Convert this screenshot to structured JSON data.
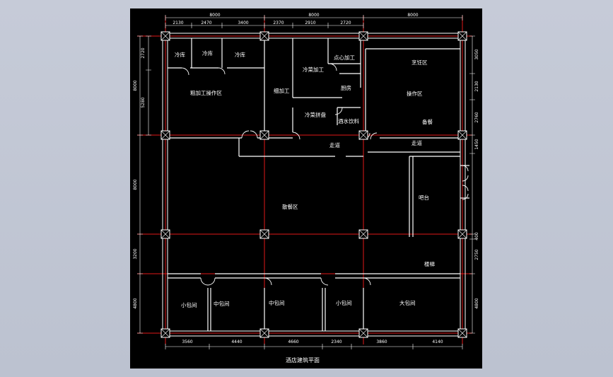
{
  "drawing": {
    "title": "酒店建筑平面",
    "rooms": {
      "cold_store_1": "冷库",
      "cold_store_2": "冷库",
      "cold_store_3": "冷库",
      "rough_processing": "粗加工操作区",
      "fine_processing": "细加工",
      "cold_dish_processing": "冷菜加工",
      "pastry_processing": "点心加工",
      "kitchen": "厨房",
      "cold_dish_plating": "冷菜拼盘",
      "drinks": "酒水饮料",
      "cooking_zone": "烹饪区",
      "operation_zone": "操作区",
      "spare": "备餐",
      "corridor_1": "走道",
      "corridor_2": "走道",
      "dining_hall": "散餐区",
      "bar": "吧台",
      "stairs": "楼梯",
      "private_small_1": "小包间",
      "private_medium_1": "中包间",
      "private_medium_2": "中包间",
      "private_small_2": "小包间",
      "private_large": "大包间"
    },
    "dims": {
      "top_major": [
        "8000",
        "8000",
        "8000"
      ],
      "top_minor": [
        "2130",
        "2470",
        "3400",
        "2370",
        "2910",
        "2720"
      ],
      "bottom": [
        "3560",
        "4440",
        "4660",
        "2340",
        "3860",
        "4140"
      ],
      "left_minor": [
        "2720",
        "5280"
      ],
      "left_major": [
        "8000",
        "8000",
        "3200",
        "4800"
      ],
      "right": [
        "3050",
        "2130",
        "2760",
        "1450",
        "400",
        "2750",
        "4800"
      ]
    }
  }
}
